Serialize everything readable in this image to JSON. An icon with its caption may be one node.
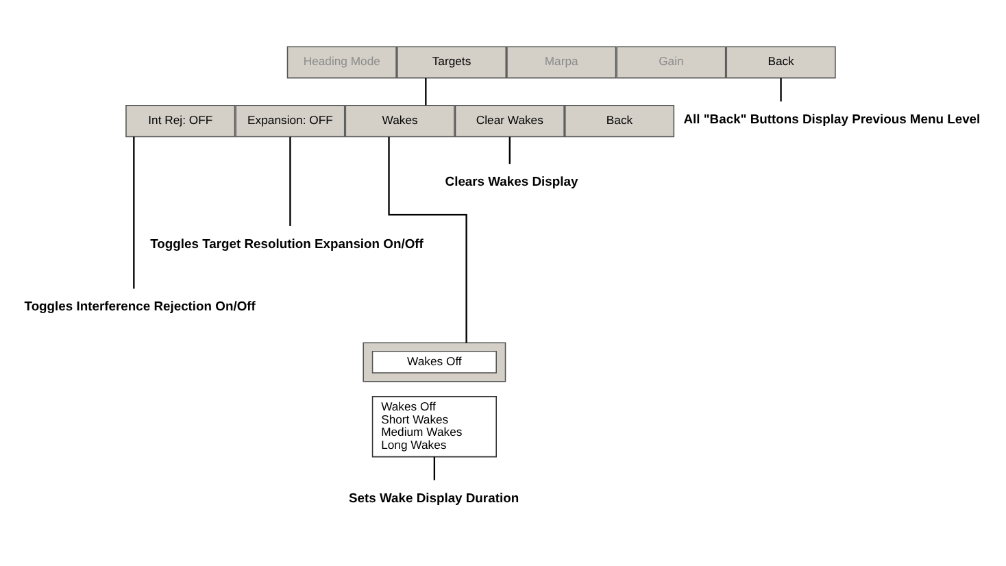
{
  "diagram": {
    "nodes": [
      {
        "text": [
          "Heading Mode"
        ]
      },
      {
        "text": [
          "Targets"
        ]
      },
      {
        "text": [
          "Marpa"
        ]
      },
      {
        "text": [
          "Gain"
        ]
      },
      {
        "text": [
          "Back"
        ]
      },
      {
        "text": [
          "All \"Back\" Buttons Display Previous Menu Level"
        ]
      },
      {
        "text": [
          "Int Rej: OFF"
        ]
      },
      {
        "text": [
          "Expansion: OFF"
        ]
      },
      {
        "text": [
          "Wakes"
        ]
      },
      {
        "text": [
          "Clear Wakes"
        ]
      },
      {
        "text": [
          "Back"
        ]
      },
      {
        "text": [
          "Clears Wakes Display"
        ]
      },
      {
        "text": [
          "Toggles Target Resolution Expansion On/Off"
        ]
      },
      {
        "text": [
          "Toggles Interference Rejection On/Off"
        ]
      },
      {
        "text": [],
        "shape": "box"
      },
      {
        "text": [
          "Wakes Off"
        ],
        "in": 14
      },
      {
        "text": [
          "Wakes Off",
          "Short Wakes",
          "Medium Wakes",
          "Long Wakes"
        ]
      },
      {
        "text": [
          "Sets Wake Display Duration"
        ]
      }
    ],
    "edges": [
      {
        "from": 1,
        "to": 8,
        "arrow": "none"
      },
      {
        "from": 4,
        "to": 5,
        "arrow": "none"
      },
      {
        "from": 9,
        "to": 11,
        "arrow": "none"
      },
      {
        "from": 7,
        "to": 12,
        "arrow": "none"
      },
      {
        "from": 6,
        "to": 13,
        "arrow": "none"
      },
      {
        "from": 8,
        "to": 14,
        "arrow": "none"
      },
      {
        "from": 16,
        "to": 17,
        "arrow": "none"
      }
    ]
  }
}
